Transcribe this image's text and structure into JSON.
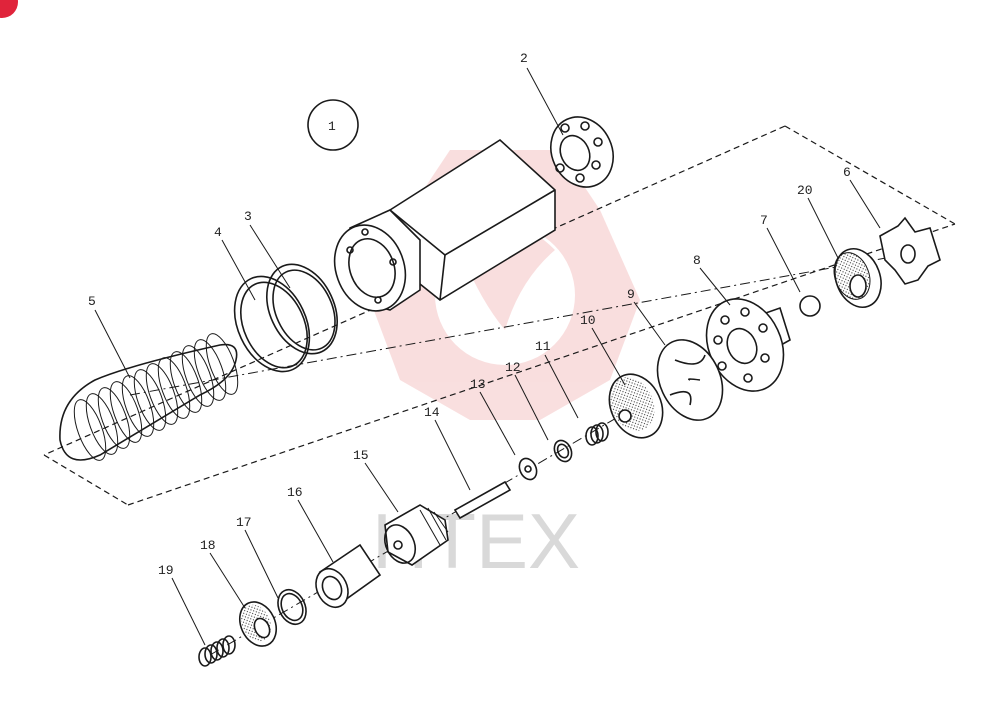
{
  "watermark": {
    "text": "HTEX",
    "color": "#e9c4c4"
  },
  "assembly_label": "1",
  "part_labels": {
    "p2": "2",
    "p3": "3",
    "p4": "4",
    "p5": "5",
    "p6": "6",
    "p7": "7",
    "p8": "8",
    "p9": "9",
    "p10": "10",
    "p11": "11",
    "p12": "12",
    "p13": "13",
    "p14": "14",
    "p15": "15",
    "p16": "16",
    "p17": "17",
    "p18": "18",
    "p19": "19",
    "p20": "20"
  }
}
